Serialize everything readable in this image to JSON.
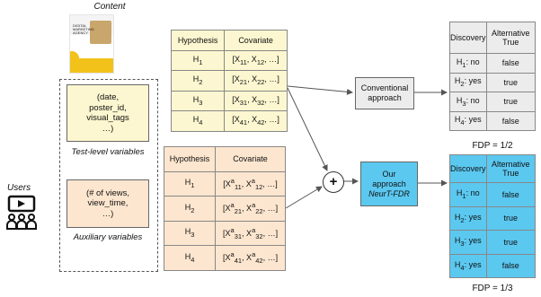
{
  "content": {
    "title": "Content",
    "thumbnail_text": "DIGITAL MARKETING AGENCY"
  },
  "users": {
    "label": "Users"
  },
  "test_level": {
    "text_line1": "(date,",
    "text_line2": "poster_id,",
    "text_line3": "visual_tags",
    "text_line4": "…)",
    "caption": "Test-level variables"
  },
  "auxiliary": {
    "text_line1": "(# of views,",
    "text_line2": "view_time,",
    "text_line3": "…)",
    "caption": "Auxiliary variables"
  },
  "table_test": {
    "headers": [
      "Hypothesis",
      "Covariate"
    ],
    "rows": [
      [
        "H",
        "1",
        "[X",
        "11",
        ", X",
        "12",
        ", …]"
      ],
      [
        "H",
        "2",
        "[X",
        "21",
        ", X",
        "22",
        ", …]"
      ],
      [
        "H",
        "3",
        "[X",
        "31",
        ", X",
        "32",
        ", …]"
      ],
      [
        "H",
        "4",
        "[X",
        "41",
        ", X",
        "42",
        ", …]"
      ]
    ]
  },
  "table_aux": {
    "headers": [
      "Hypothesis",
      "Covariate"
    ],
    "rows": [
      [
        "H",
        "1",
        "[X",
        "a",
        "11",
        ", X",
        "a",
        "12",
        ", …]"
      ],
      [
        "H",
        "2",
        "[X",
        "a",
        "21",
        ", X",
        "a",
        "22",
        ", …]"
      ],
      [
        "H",
        "3",
        "[X",
        "a",
        "31",
        ", X",
        "a",
        "32",
        ", …]"
      ],
      [
        "H",
        "4",
        "[X",
        "a",
        "41",
        ", X",
        "a",
        "42",
        ", …]"
      ]
    ]
  },
  "conventional": {
    "line1": "Conventional",
    "line2": "approach"
  },
  "ours": {
    "line1": "Our",
    "line2": "approach",
    "line3": "NeurT-FDR"
  },
  "plus_symbol": "+",
  "result_conventional": {
    "headers": [
      "Discovery",
      "Alternative True"
    ],
    "rows": [
      [
        "H",
        "1",
        ": no",
        "false"
      ],
      [
        "H",
        "2",
        ": yes",
        "true"
      ],
      [
        "H",
        "3",
        ": no",
        "true"
      ],
      [
        "H",
        "4",
        ": yes",
        "false"
      ]
    ],
    "fdp": "FDP = 1/2"
  },
  "result_ours": {
    "headers": [
      "Discovery",
      "Alternative True"
    ],
    "rows": [
      [
        "H",
        "1",
        ": no",
        "false"
      ],
      [
        "H",
        "2",
        ": yes",
        "true"
      ],
      [
        "H",
        "3",
        ": yes",
        "true"
      ],
      [
        "H",
        "4",
        ": yes",
        "false"
      ]
    ],
    "fdp": "FDP = 1/3"
  },
  "colors": {
    "test_level_fill": "#fcf7d0",
    "auxiliary_fill": "#fde6cf",
    "conventional_fill": "#ececec",
    "ours_fill": "#5bc8f0"
  }
}
